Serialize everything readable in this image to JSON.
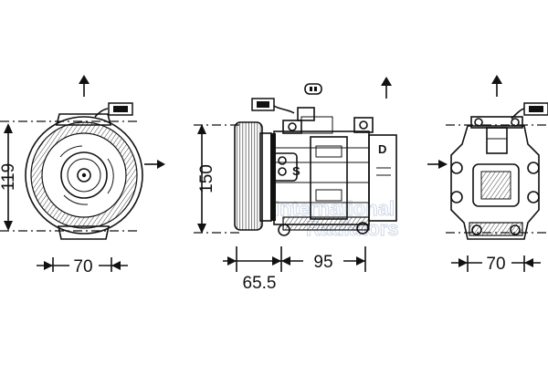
{
  "dimensions": {
    "left_height": "119",
    "left_width": "70",
    "side_height": "150",
    "side_pulley": "65.5",
    "side_body": "95",
    "right_width": "70"
  },
  "labels": {
    "suction": "S",
    "discharge": "D"
  },
  "watermark": {
    "line1": "International",
    "line2": "Radiators"
  },
  "colors": {
    "line": "#111111",
    "background": "#ffffff",
    "watermark": "#c9d3e3"
  }
}
